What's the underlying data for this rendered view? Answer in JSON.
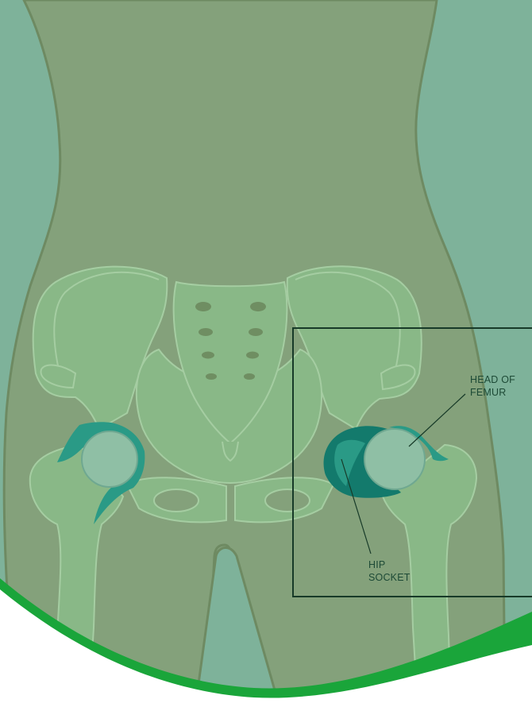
{
  "labels": {
    "head_of_femur": {
      "line1": "HEAD OF",
      "line2": "FEMUR"
    },
    "hip_socket": {
      "line1": "HIP",
      "line2": "SOCKET"
    }
  },
  "colors": {
    "background": "#7eb29a",
    "body_skin": "#84a17b",
    "body_outline": "#6e8a62",
    "bone": "#89b887",
    "bone_outline": "#a5cda2",
    "socket_teal": "#137a6c",
    "socket_teal_light": "#2a9a86",
    "femur_head": "#8fbfa5",
    "sacral_holes": "#6f8e62",
    "callout_box": "#173a28",
    "accent_green": "#1aa53a",
    "base_white": "#ffffff"
  }
}
